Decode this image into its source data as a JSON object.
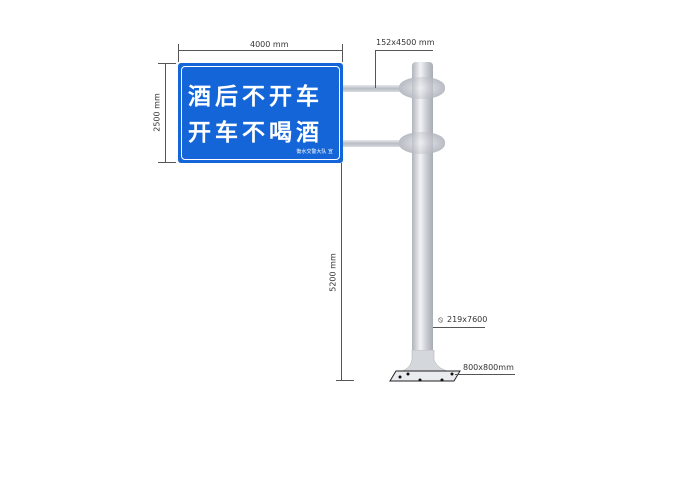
{
  "sign": {
    "line1": "酒后不开车",
    "line2": "开车不喝酒",
    "issuer": "衡水交警大队 宣",
    "background_color": "#1466d8",
    "text_color": "#ffffff"
  },
  "dimensions": {
    "sign_width": "4000 mm",
    "sign_height": "2500 mm",
    "arm": "152x4500 mm",
    "clearance_height": "5200 mm",
    "pole": "219x7600",
    "pole_icon": "diameter-icon",
    "base_plate": "800x800mm"
  }
}
